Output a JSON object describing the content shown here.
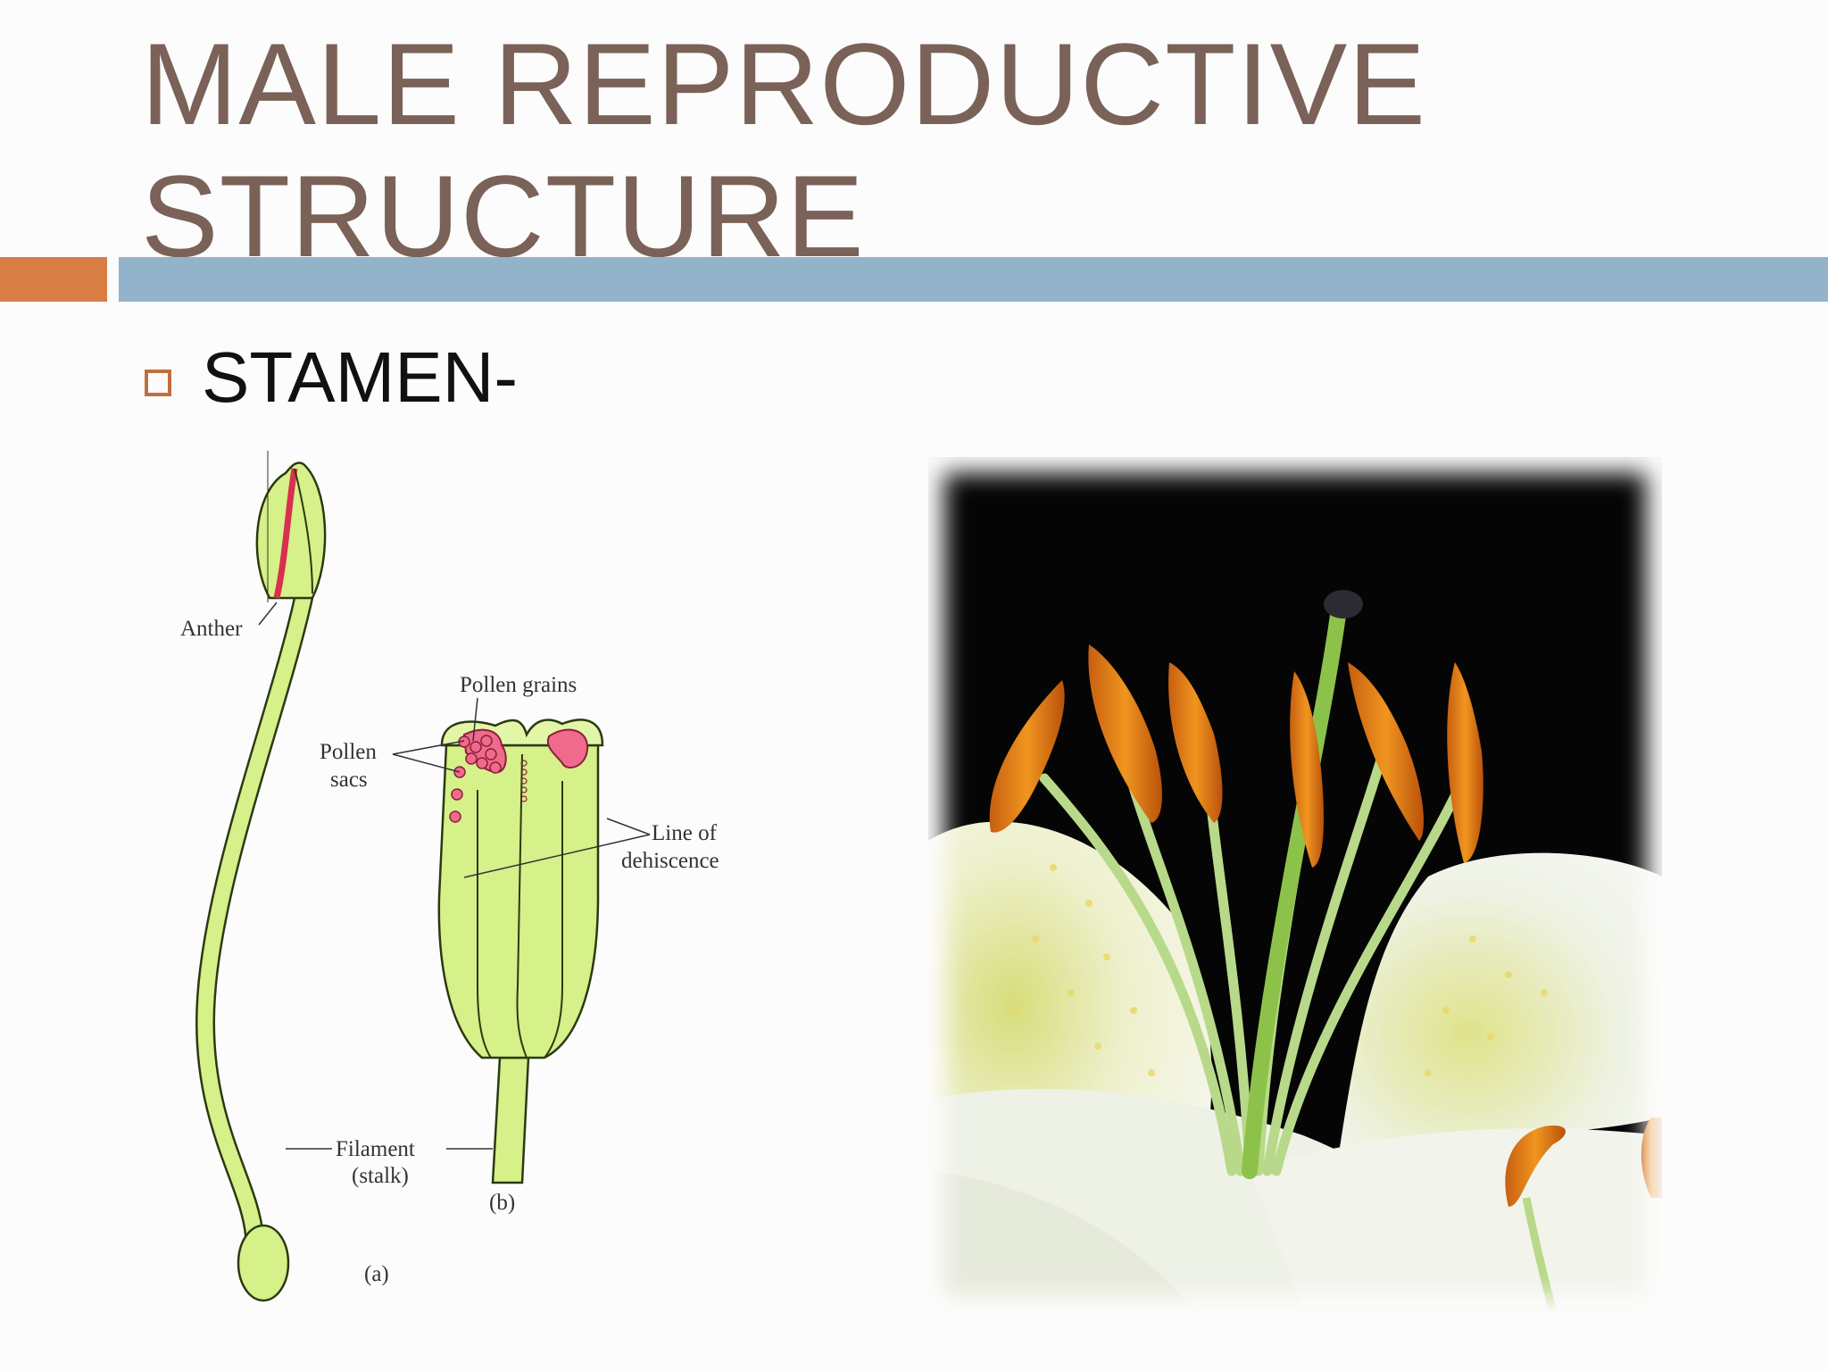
{
  "slide": {
    "title_line1": "MALE REPRODUCTIVE",
    "title_line2": "STRUCTURE",
    "bullet": "STAMEN-"
  },
  "diagram": {
    "labels": {
      "anther": "Anther",
      "pollen_grains": "Pollen grains",
      "pollen": "Pollen",
      "sacs": "sacs",
      "line_of": "Line of",
      "dehiscence": "dehiscence",
      "filament": "Filament",
      "stalk": "(stalk)",
      "fig_a": "(a)",
      "fig_b": "(b)"
    }
  },
  "colors": {
    "title": "#7a6258",
    "accent_orange": "#d87e45",
    "accent_blue": "#93b3cb",
    "stamen_green": "#d6f08a",
    "pollen_pink": "#f06a8c"
  }
}
